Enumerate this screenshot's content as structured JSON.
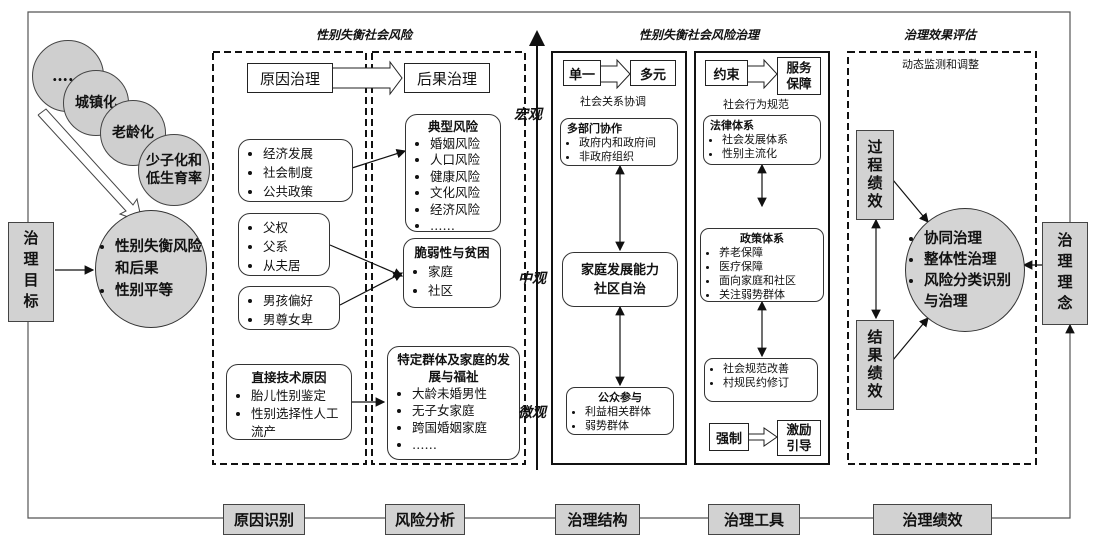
{
  "titles": {
    "risk": "性别失衡社会风险",
    "governance": "性别失衡社会风险治理",
    "eval": "治理效果评估"
  },
  "circles": {
    "etc": "……",
    "urban": "城镇化",
    "aging": "老龄化",
    "lowbirth": "少子化和低生育率"
  },
  "left_label": "治理目标",
  "right_label": "治理理念",
  "goal": {
    "item1": "性别失衡风险和后果",
    "item2": "性别平等"
  },
  "cause": {
    "header": "原因治理",
    "g1": [
      "经济发展",
      "社会制度",
      "公共政策"
    ],
    "g2": [
      "父权",
      "父系",
      "从夫居"
    ],
    "g3": [
      "男孩偏好",
      "男尊女卑"
    ],
    "g4_title": "直接技术原因",
    "g4": [
      "胎儿性别鉴定",
      "性别选择性人工流产"
    ]
  },
  "consequence": {
    "header": "后果治理",
    "typical_title": "典型风险",
    "typical": [
      "婚姻风险",
      "人口风险",
      "健康风险",
      "文化风险",
      "经济风险",
      "……"
    ],
    "vul_title": "脆弱性与贫困",
    "vul": [
      "家庭",
      "社区"
    ],
    "group_title": "特定群体及家庭的发展与福祉",
    "group": [
      "大龄未婚男性",
      "无子女家庭",
      "跨国婚姻家庭",
      "……"
    ]
  },
  "levels": {
    "macro": "宏观",
    "meso": "中观",
    "micro": "微观"
  },
  "structure": {
    "single": "单一",
    "multi": "多元",
    "caption": "社会关系协调",
    "dept_title": "多部门协作",
    "dept": [
      "政府内和政府间",
      "非政府组织"
    ],
    "family": "家庭发展能力社区自治",
    "public_title": "公众参与",
    "public": [
      "利益相关群体",
      "弱势群体"
    ]
  },
  "tools": {
    "constraint": "约束",
    "service": "服务保障",
    "caption": "社会行为规范",
    "law_title": "法律体系",
    "law": [
      "社会发展体系",
      "性别主流化"
    ],
    "policy_title": "政策体系",
    "policy": [
      "养老保障",
      "医疗保障",
      "面向家庭和社区",
      "关注弱势群体"
    ],
    "norm": [
      "社会规范改善",
      "村规民约修订"
    ],
    "force": "强制",
    "incentive": "激励引导"
  },
  "evaluation": {
    "caption": "动态监测和调整",
    "process": "过程绩效",
    "result": "结果绩效",
    "points": [
      "协同治理",
      "整体性治理",
      "风险分类识别与治理"
    ]
  },
  "bottom": [
    "原因识别",
    "风险分析",
    "治理结构",
    "治理工具",
    "治理绩效"
  ]
}
